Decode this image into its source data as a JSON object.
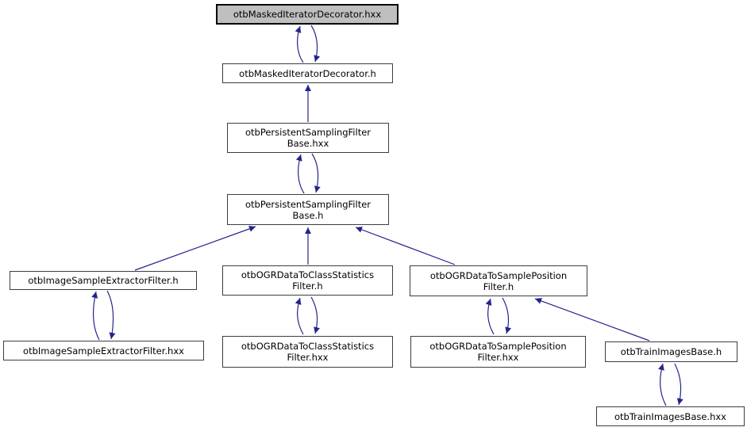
{
  "diagram": {
    "type": "include-dependency-graph",
    "colors": {
      "arrow": "#24248c",
      "highlight_fill": "#bfbfbf",
      "node_fill": "#ffffff",
      "node_border": "#3d3d3d",
      "background": "#ffffff"
    },
    "nodes": [
      {
        "id": "otbMaskedIteratorDecorator.hxx",
        "label": "otbMaskedIteratorDecorator.hxx",
        "highlighted": true
      },
      {
        "id": "otbMaskedIteratorDecorator.h",
        "label": "otbMaskedIteratorDecorator.h",
        "highlighted": false
      },
      {
        "id": "otbPersistentSamplingFilterBase.hxx",
        "label": "otbPersistentSamplingFilter\nBase.hxx",
        "highlighted": false
      },
      {
        "id": "otbPersistentSamplingFilterBase.h",
        "label": "otbPersistentSamplingFilter\nBase.h",
        "highlighted": false
      },
      {
        "id": "otbImageSampleExtractorFilter.h",
        "label": "otbImageSampleExtractorFilter.h",
        "highlighted": false
      },
      {
        "id": "otbOGRDataToClassStatisticsFilter.h",
        "label": "otbOGRDataToClassStatistics\nFilter.h",
        "highlighted": false
      },
      {
        "id": "otbOGRDataToSamplePositionFilter.h",
        "label": "otbOGRDataToSamplePosition\nFilter.h",
        "highlighted": false
      },
      {
        "id": "otbImageSampleExtractorFilter.hxx",
        "label": "otbImageSampleExtractorFilter.hxx",
        "highlighted": false
      },
      {
        "id": "otbOGRDataToClassStatisticsFilter.hxx",
        "label": "otbOGRDataToClassStatistics\nFilter.hxx",
        "highlighted": false
      },
      {
        "id": "otbOGRDataToSamplePositionFilter.hxx",
        "label": "otbOGRDataToSamplePosition\nFilter.hxx",
        "highlighted": false
      },
      {
        "id": "otbTrainImagesBase.h",
        "label": "otbTrainImagesBase.h",
        "highlighted": false
      },
      {
        "id": "otbTrainImagesBase.hxx",
        "label": "otbTrainImagesBase.hxx",
        "highlighted": false
      }
    ],
    "edges": [
      {
        "from": "otbMaskedIteratorDecorator.h",
        "to": "otbMaskedIteratorDecorator.hxx"
      },
      {
        "from": "otbMaskedIteratorDecorator.hxx",
        "to": "otbMaskedIteratorDecorator.h"
      },
      {
        "from": "otbPersistentSamplingFilterBase.hxx",
        "to": "otbMaskedIteratorDecorator.h"
      },
      {
        "from": "otbPersistentSamplingFilterBase.h",
        "to": "otbPersistentSamplingFilterBase.hxx"
      },
      {
        "from": "otbPersistentSamplingFilterBase.hxx",
        "to": "otbPersistentSamplingFilterBase.h"
      },
      {
        "from": "otbImageSampleExtractorFilter.h",
        "to": "otbPersistentSamplingFilterBase.h"
      },
      {
        "from": "otbOGRDataToClassStatisticsFilter.h",
        "to": "otbPersistentSamplingFilterBase.h"
      },
      {
        "from": "otbOGRDataToSamplePositionFilter.h",
        "to": "otbPersistentSamplingFilterBase.h"
      },
      {
        "from": "otbImageSampleExtractorFilter.hxx",
        "to": "otbImageSampleExtractorFilter.h"
      },
      {
        "from": "otbImageSampleExtractorFilter.h",
        "to": "otbImageSampleExtractorFilter.hxx"
      },
      {
        "from": "otbOGRDataToClassStatisticsFilter.hxx",
        "to": "otbOGRDataToClassStatisticsFilter.h"
      },
      {
        "from": "otbOGRDataToClassStatisticsFilter.h",
        "to": "otbOGRDataToClassStatisticsFilter.hxx"
      },
      {
        "from": "otbOGRDataToSamplePositionFilter.hxx",
        "to": "otbOGRDataToSamplePositionFilter.h"
      },
      {
        "from": "otbOGRDataToSamplePositionFilter.h",
        "to": "otbOGRDataToSamplePositionFilter.hxx"
      },
      {
        "from": "otbTrainImagesBase.h",
        "to": "otbOGRDataToSamplePositionFilter.h"
      },
      {
        "from": "otbTrainImagesBase.hxx",
        "to": "otbTrainImagesBase.h"
      },
      {
        "from": "otbTrainImagesBase.h",
        "to": "otbTrainImagesBase.hxx"
      }
    ]
  }
}
